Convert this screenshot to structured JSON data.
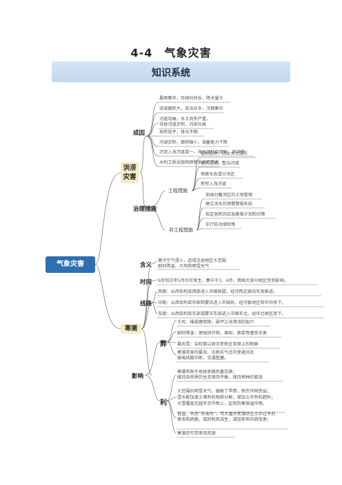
{
  "header": {
    "title": "4-4　气象灾害",
    "banner": "知识系统"
  },
  "mindmap": {
    "root": "气象灾害",
    "flood": {
      "label_line1": "洪涝",
      "label_line2": "灾害",
      "causes": {
        "label": "成因",
        "items": [
          "暴雨集中，持续时间长，降水量大",
          "流域面积大，支流众多，汛期集中",
          "河道弯曲，水土流失严重，",
          "导致河道淤积，河床升高",
          "地势低平，排水不畅",
          "河湖淤积，面积缩小，调蓄能力下降",
          "河流入海河道单一，海水顶托作用强，泄洪慢",
          "水利工程设施和预警系统不完善"
        ]
      },
      "governance": {
        "label": "治理措施",
        "engineering": {
          "label": "工程措施",
          "items": [
            "植树造林，防止水土流失",
            "修筑堤坝，整治河道",
            "修建水库或分洪区",
            "新挖入海河道"
          ]
        },
        "non_engineering": {
          "label": "非工程措施",
          "items": [
            "加强对蓄洪区的土地管理",
            "建立洪水的预警警报系统",
            "拟定居民的应急撤离计划和对策",
            "实行防洪保险等"
          ]
        }
      }
    },
    "cold_wave": {
      "label": "寒潮",
      "definition": {
        "label": "含义",
        "items": [
          "寒冷空气侵入，造成沿途地区大范围",
          "剧烈降温、大风和雨雪天气"
        ]
      },
      "time": {
        "label": "时间",
        "items": [
          "9月到次年5月均可发生，集中于3、4月，我国大部分地区受到影响。"
        ]
      },
      "routes": {
        "label": "线路",
        "items": [
          "西路：从西伯利亚西部进入中国新疆，经河西走廊向东南推进。",
          "中路：从西伯利亚中部和蒙古进入中国后，经河套地区和华中南下。",
          "东路：从西伯利亚东部或蒙古东部进入中国东北，经华北地区南下。"
        ]
      },
      "impact": {
        "label": "影响",
        "harm": {
          "label": "弊",
          "items": [
            "大风：摧毁建筑物，破坏江海港湾的船只",
            "剧烈降温：使田间作物、果树、蔬菜等遭受冻害",
            "暴风雪：会吹散以致冻死牧区草原上的牧群",
            "寒潮带来的雾凇、冻雨天气还可使通讯及",
            "输电线路中断、交通阻塞。"
          ]
        },
        "benefit": {
          "label": "利",
          "items": [
            "寒潮有助于地球表面热量交换；",
            "维持自然界的生态保持平衡，保持物种的繁茂",
            "大范围的雨雪天气，缓解了旱情，使农作物受益；",
            "雪水能加速土壤有机物质分解，增加土中有机肥料；",
            "大雪覆盖在越冬农作物上，起到防寒保温作用。",
            "低温，天然“杀虫剂”，可大量杀死潜伏在土中过冬的",
            "害虫和病菌，或抑制其滋生，减轻来年的病虫害；",
            "寒潮还可带来风资源"
          ]
        }
      }
    }
  }
}
